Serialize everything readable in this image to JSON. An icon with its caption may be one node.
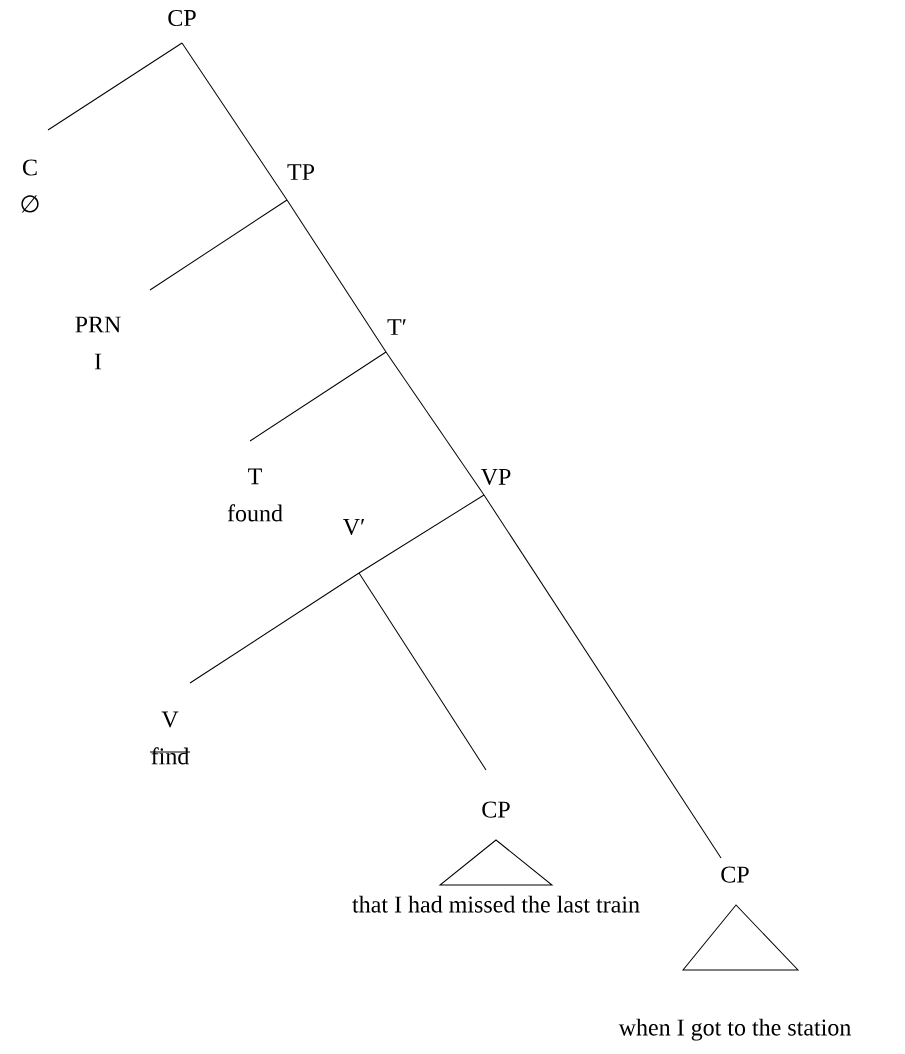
{
  "diagram": {
    "nodes": [
      {
        "text": [
          "CP"
        ]
      },
      {
        "text": [
          "C",
          "∅"
        ]
      },
      {
        "text": [
          "TP"
        ]
      },
      {
        "text": [
          "PRN",
          "I"
        ]
      },
      {
        "text": [
          "T′"
        ]
      },
      {
        "text": [
          "T",
          "found"
        ]
      },
      {
        "text": [
          "VP"
        ]
      },
      {
        "text": [
          "V′"
        ]
      },
      {
        "text": [
          "V",
          "find"
        ]
      },
      {
        "text": [
          "CP",
          "that I had missed the last train"
        ]
      },
      {
        "text": [
          "CP",
          "when I got to the station"
        ]
      }
    ],
    "edges": [
      {
        "from": 0,
        "to": 1,
        "arrow": "none"
      },
      {
        "from": 0,
        "to": 2,
        "arrow": "none"
      },
      {
        "from": 2,
        "to": 3,
        "arrow": "none"
      },
      {
        "from": 2,
        "to": 4,
        "arrow": "none"
      },
      {
        "from": 4,
        "to": 5,
        "arrow": "none"
      },
      {
        "from": 4,
        "to": 6,
        "arrow": "none"
      },
      {
        "from": 6,
        "to": 7,
        "arrow": "none"
      },
      {
        "from": 6,
        "to": 10,
        "arrow": "none"
      },
      {
        "from": 7,
        "to": 8,
        "arrow": "none"
      },
      {
        "from": 7,
        "to": 9,
        "arrow": "none"
      }
    ]
  }
}
